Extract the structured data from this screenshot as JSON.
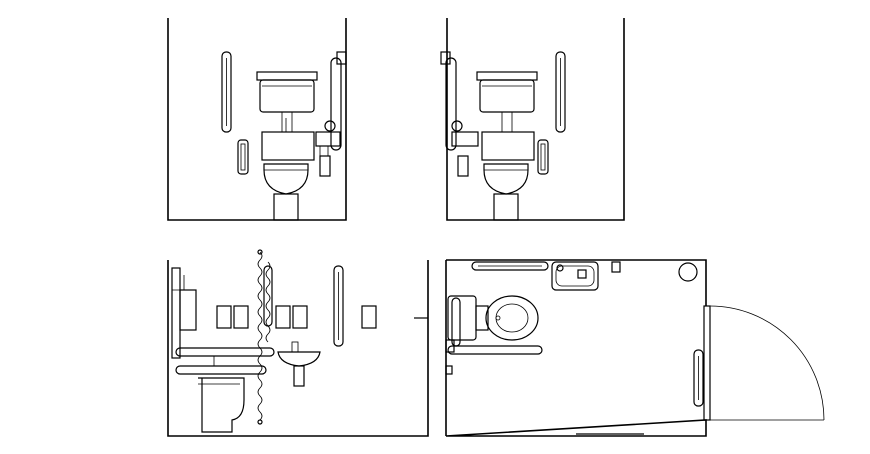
{
  "drawing": {
    "subject": "",
    "views": [
      {
        "id": "front-elevation-left-hand",
        "fixtures": [
          "grab-rail",
          "hinged-support-rail",
          "cistern",
          "wc-pan",
          "flush-lever",
          "toilet-roll-holder"
        ]
      },
      {
        "id": "front-elevation-right-hand",
        "fixtures": [
          "grab-rail",
          "hinged-support-rail",
          "cistern",
          "wc-pan",
          "flush-lever",
          "toilet-roll-holder"
        ]
      },
      {
        "id": "side-elevation",
        "fixtures": [
          "cistern",
          "wc-pan",
          "wash-basin",
          "vertical-grab-rails",
          "emergency-pull-cord",
          "hand-dryer-panels"
        ]
      },
      {
        "id": "floor-plan",
        "fixtures": [
          "wc-pan",
          "hinged-support-rail",
          "wash-basin",
          "horizontal-grab-rails",
          "door-swing",
          "bin"
        ]
      }
    ]
  }
}
